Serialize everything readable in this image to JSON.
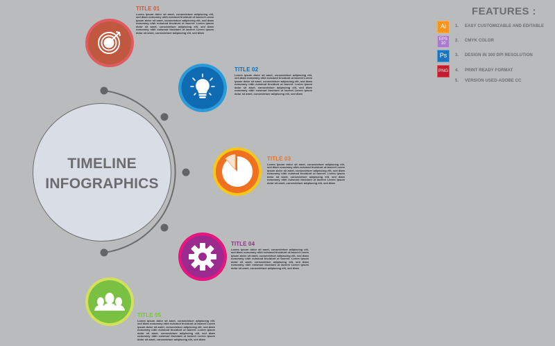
{
  "center": {
    "line1": "TIMELINE",
    "line2": "INFOGRAPHICS"
  },
  "steps": [
    {
      "title": "TITLE 01",
      "icon": "target-icon",
      "color": "#c9583d",
      "ring": "#e05a5f",
      "fill": "#c0583f",
      "body": "Lorem ipsum dolor sit amet, consectetuer adipiscing elit, sed diam nonummy nibh euismod tincidunt ut laoreet Lorem ipsum dolor sit amet, consectetuer adipiscing elit, sed diam nonummy nibh euismod tincidunt ut laoreet. Lorem ipsum dolor sit amet, consectetuer adipiscing elit, sed diam nonummy nibh euismod tincidunt ut laoreet Lorem ipsum dolor sit amet, consectetuer adipiscing elit, sed diam"
    },
    {
      "title": "TITLE 02",
      "icon": "lightbulb-icon",
      "color": "#0e6bb2",
      "ring": "#2a9ad8",
      "fill": "#0e6bb2",
      "body": "Lorem ipsum dolor sit amet, consectetuer adipiscing elit, sed diam nonummy nibh euismod tincidunt ut laoreet Lorem ipsum dolor sit amet, consectetuer adipiscing elit, sed diam nonummy nibh euismod tincidunt ut laoreet. Lorem ipsum dolor sit amet, consectetuer adipiscing elit, sed diam nonummy nibh euismod tincidunt ut laoreet Lorem ipsum dolor sit amet, consectetuer adipiscing elit, sed diam"
    },
    {
      "title": "TITLE 03",
      "icon": "pie-chart-icon",
      "color": "#f07022",
      "ring": "#f5c818",
      "fill": "#f07022",
      "body": "Lorem ipsum dolor sit amet, consectetuer adipiscing elit, sed diam nonummy nibh euismod tincidunt ut laoreet Lorem ipsum dolor sit amet, consectetuer adipiscing elit, sed diam nonummy nibh euismod tincidunt ut laoreet. Lorem ipsum dolor sit amet, consectetuer adipiscing elit, sed diam nonummy nibh euismod tincidunt ut laoreet Lorem ipsum dolor sit amet, consectetuer adipiscing elit, sed diam"
    },
    {
      "title": "TITLE 04",
      "icon": "gear-icon",
      "color": "#9a2a8e",
      "ring": "#e5177e",
      "fill": "#9a2a8e",
      "body": "Lorem ipsum dolor sit amet, consectetuer adipiscing elit, sed diam nonummy nibh euismod tincidunt ut laoreet Lorem ipsum dolor sit amet, consectetuer adipiscing elit, sed diam nonummy nibh euismod tincidunt ut laoreet. Lorem ipsum dolor sit amet, consectetuer adipiscing elit, sed diam nonummy nibh euismod tincidunt ut laoreet Lorem ipsum dolor sit amet, consectetuer adipiscing elit, sed diam"
    },
    {
      "title": "TITLE 05",
      "icon": "users-group-icon",
      "color": "#7ac143",
      "ring": "#d2e05a",
      "fill": "#7ac143",
      "body": "Lorem ipsum dolor sit amet, consectetuer adipiscing elit, sed diam nonummy nibh euismod tincidunt ut laoreet Lorem ipsum dolor sit amet, consectetuer adipiscing elit, sed diam nonummy nibh euismod tincidunt ut laoreet. Lorem ipsum dolor sit amet, consectetuer adipiscing elit, sed diam nonummy nibh euismod tincidunt ut laoreet Lorem ipsum dolor sit amet, consectetuer adipiscing elit, sed diam"
    }
  ],
  "features": {
    "title": "FEATURES :",
    "items": [
      {
        "num": "1.",
        "label": "EASY CUSTOMIZABLE AND EDITABLE",
        "badge": "Ai",
        "badge_bg": "#f7941d",
        "badge_border": "#f9b04f"
      },
      {
        "num": "2.",
        "label": "CMYK COLOR",
        "badge": "EPS",
        "badge_sub": "10",
        "badge_bg": "#a77bca",
        "badge_border": "#c9a6e2"
      },
      {
        "num": "3.",
        "label": "DESIGN IN 300 DPI RESOLUTION",
        "badge": "Ps",
        "badge_bg": "#1c75bc",
        "badge_border": "#54a0dc"
      },
      {
        "num": "4.",
        "label": "PRINT READY FORMAT",
        "badge": "PNG",
        "badge_bg": "#be1e2d",
        "badge_border": "#e0555f"
      },
      {
        "num": "5.",
        "label": "VERSION USED-ADOBE CC"
      }
    ]
  },
  "colors": {
    "background": "#b9bbbd",
    "center_fill": "#d9dde5",
    "timeline_line": "#6b6c6e",
    "text_gray": "#6b6c6e"
  }
}
